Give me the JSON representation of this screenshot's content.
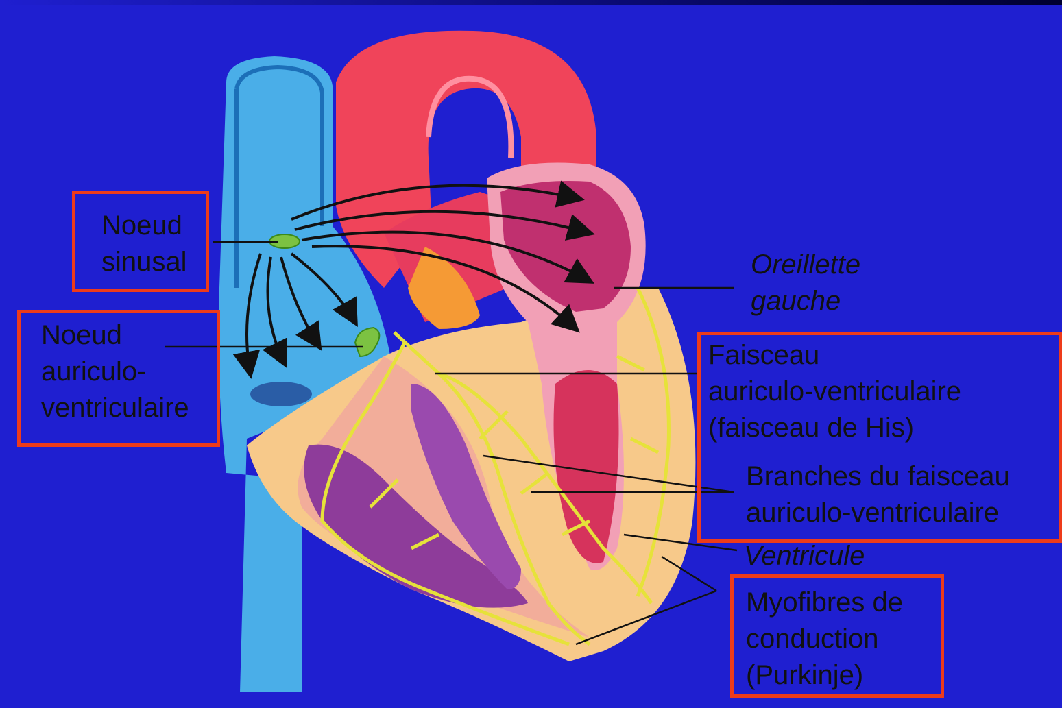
{
  "labels": {
    "sa_node": {
      "line1": "Noeud",
      "line2": "sinusal"
    },
    "av_node": {
      "line1": "Noeud",
      "line2": "auriculo-",
      "line3": "ventriculaire"
    },
    "left_atrium": {
      "line1": "Oreillette",
      "line2": "gauche"
    },
    "his_bundle": {
      "line1": "Faisceau",
      "line2": "auriculo-ventriculaire",
      "line3": "(faisceau de His)"
    },
    "bundle_branches": {
      "line1": "Branches du faisceau",
      "line2": "auriculo-ventriculaire"
    },
    "ventricle": {
      "line1": "Ventricule"
    },
    "purkinje": {
      "line1": "Myofibres de",
      "line2": "conduction",
      "line3": "(Purkinje)"
    }
  },
  "colors": {
    "slide_border": "#1f1fd0",
    "box_border": "#ee3b1a",
    "vein_blue": "#3fa9e8",
    "aorta_red": "#f0445a",
    "myocardium": "#f7c98a",
    "conduction_yellow": "#e6e23a",
    "atrium_pink": "#c0306f",
    "ventricle_purple": "#7a3fa0"
  }
}
